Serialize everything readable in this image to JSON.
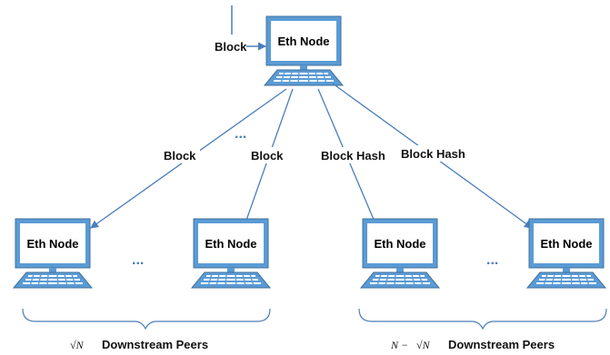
{
  "nodes": {
    "root": "Eth Node",
    "peer_1": "Eth Node",
    "peer_2": "Eth Node",
    "peer_3": "Eth Node",
    "peer_4": "Eth Node"
  },
  "edges": {
    "incoming": "Block",
    "to_peer_1": "Block",
    "to_peer_2": "Block",
    "to_peer_3": "Block Hash",
    "to_peer_4": "Block Hash"
  },
  "ellipsis": "...",
  "groups": {
    "left_math": "√N",
    "left_label": "Downstream Peers",
    "right_math_prefix": "N −",
    "right_math": "√N",
    "right_label": "Downstream Peers"
  },
  "colors": {
    "monitor_frame": "#5b9bd5",
    "arrow": "#4a7ebb",
    "ellipsis": "#4a7ebb"
  }
}
